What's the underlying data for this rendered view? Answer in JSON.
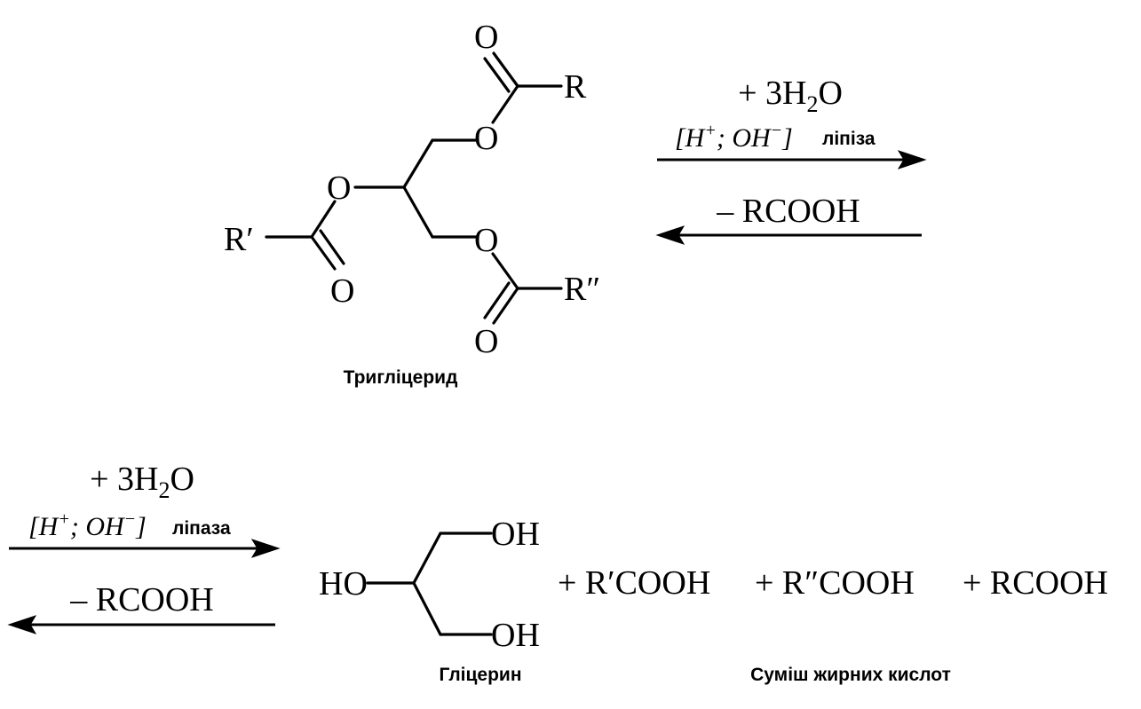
{
  "triglyceride": {
    "caption": "Тригліцерид",
    "atoms": {
      "o_carbonyl_top": "O",
      "r_top": "R",
      "o_ester_top": "O",
      "o_ester_mid": "O",
      "r_prime": "R′",
      "o_carbonyl_left": "O",
      "o_ester_bottom": "O",
      "r_double_prime": "R″",
      "o_carbonyl_bottom": "O"
    }
  },
  "reaction_1": {
    "water_plus": "+ 3H",
    "water_sub": "2",
    "water_tail": "O",
    "catalyst_open": "[H",
    "catalyst_sup1": "+",
    "catalyst_mid": "; OH",
    "catalyst_sup2": "−",
    "catalyst_close": "]",
    "enzyme": "ліпіза",
    "removed": "– RCOOH"
  },
  "reaction_2": {
    "water_plus": "+ 3H",
    "water_sub": "2",
    "water_tail": "O",
    "catalyst_open": "[H",
    "catalyst_sup1": "+",
    "catalyst_mid": "; OH",
    "catalyst_sup2": "−",
    "catalyst_close": "]",
    "enzyme": "ліпаза",
    "removed": "– RCOOH"
  },
  "glycerol": {
    "caption": "Гліцерин",
    "oh_left": "HO",
    "oh_top": "OH",
    "oh_bottom": "OH"
  },
  "products": {
    "acid_1": "+ R′COOH",
    "acid_2": "+ R″COOH",
    "acid_3": "+ RCOOH",
    "caption": "Суміш жирних кислот"
  }
}
